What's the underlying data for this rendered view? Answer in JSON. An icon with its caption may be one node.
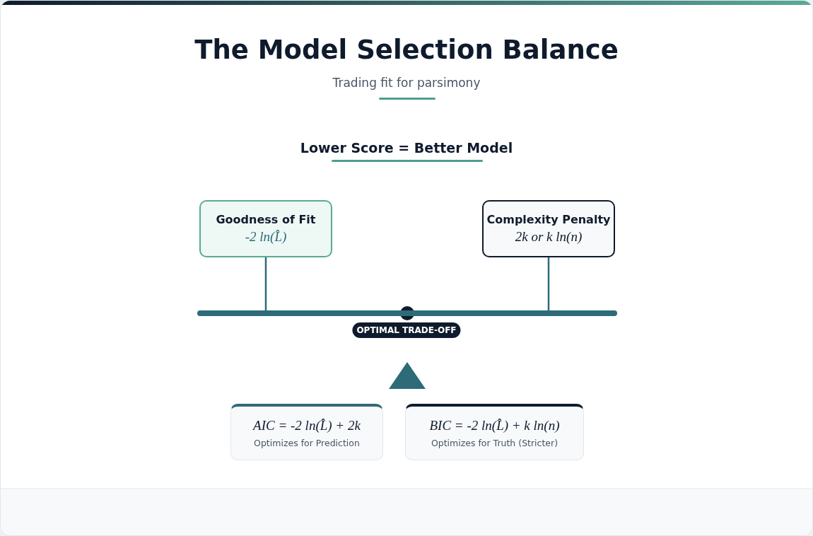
{
  "diagram": {
    "title": "The Model Selection Balance",
    "nodes": [
      {
        "text": [
          "Goodness of Fit",
          "-2 ln(L̂)"
        ]
      },
      {
        "text": [
          "Complexity Penalty",
          "2k or k ln(n)"
        ]
      },
      {
        "text": [],
        "shape": "bar"
      },
      {
        "text": [
          "AIC = -2 ln(L̂) + 2k",
          "Optimizes for Prediction"
        ]
      },
      {
        "text": [
          "BIC = -2 ln(L̂) + k ln(n)",
          "Optimizes for Truth (Stricter)"
        ]
      }
    ],
    "edges": [
      {
        "from": 0,
        "to": 2,
        "arrow": "none"
      },
      {
        "from": 1,
        "to": 2,
        "arrow": "none"
      }
    ],
    "labels": [
      "Trading fit for parsimony",
      "Lower Score = Better Model",
      "OPTIMAL TRADE-OFF"
    ]
  }
}
